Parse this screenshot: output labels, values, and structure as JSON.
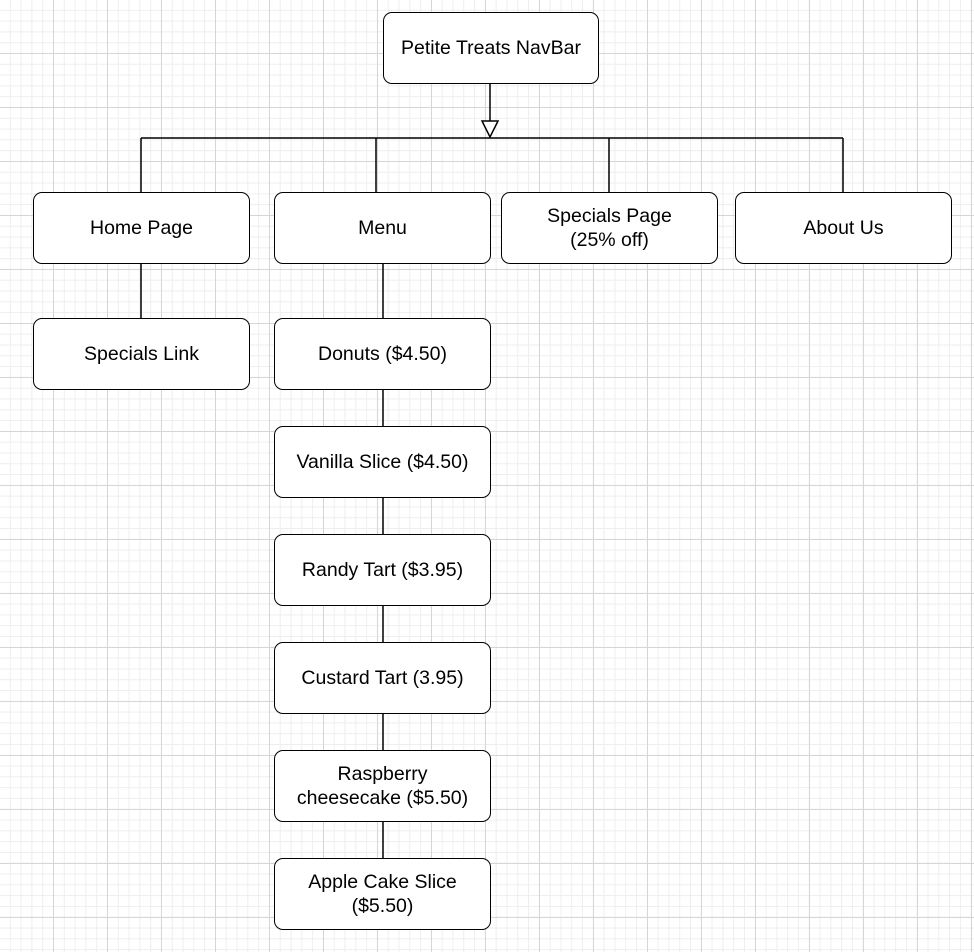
{
  "diagram": {
    "root": {
      "label": "Petite Treats NavBar"
    },
    "top_level": [
      {
        "label": "Home Page"
      },
      {
        "label": "Menu"
      },
      {
        "label": "Specials Page\n(25% off)"
      },
      {
        "label": "About Us"
      }
    ],
    "home_children": [
      {
        "label": "Specials Link"
      }
    ],
    "menu_items": [
      {
        "label": "Donuts ($4.50)"
      },
      {
        "label": "Vanilla Slice ($4.50)"
      },
      {
        "label": "Randy Tart ($3.95)"
      },
      {
        "label": "Custard Tart (3.95)"
      },
      {
        "label": "Raspberry\ncheesecake ($5.50)"
      },
      {
        "label": "Apple Cake Slice\n($5.50)"
      }
    ]
  },
  "colors": {
    "stroke": "#000000",
    "node_fill": "#ffffff",
    "grid": "#d6d6d6"
  }
}
